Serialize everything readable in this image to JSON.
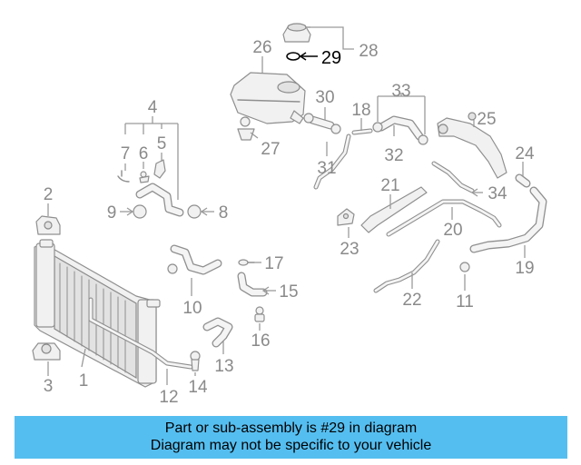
{
  "callouts": {
    "c1": "1",
    "c2": "2",
    "c3": "3",
    "c4": "4",
    "c5": "5",
    "c6": "6",
    "c7": "7",
    "c8": "8",
    "c9": "9",
    "c10": "10",
    "c11": "11",
    "c12": "12",
    "c13": "13",
    "c14": "14",
    "c15": "15",
    "c16": "16",
    "c17": "17",
    "c18": "18",
    "c19": "19",
    "c20": "20",
    "c21": "21",
    "c22": "22",
    "c23": "23",
    "c24": "24",
    "c25": "25",
    "c26": "26",
    "c27": "27",
    "c28": "28",
    "c29": "29",
    "c30": "30",
    "c31": "31",
    "c32": "32",
    "c33": "33",
    "c34": "34"
  },
  "highlight_part": "29",
  "banner": {
    "line1": "Part or sub-assembly is #29 in diagram",
    "line2": "Diagram may not be specific to your vehicle",
    "color": "#55bef0"
  },
  "colors": {
    "line": "#8f8f8f",
    "fill": "#f1f1f1",
    "highlight": "#000000"
  }
}
